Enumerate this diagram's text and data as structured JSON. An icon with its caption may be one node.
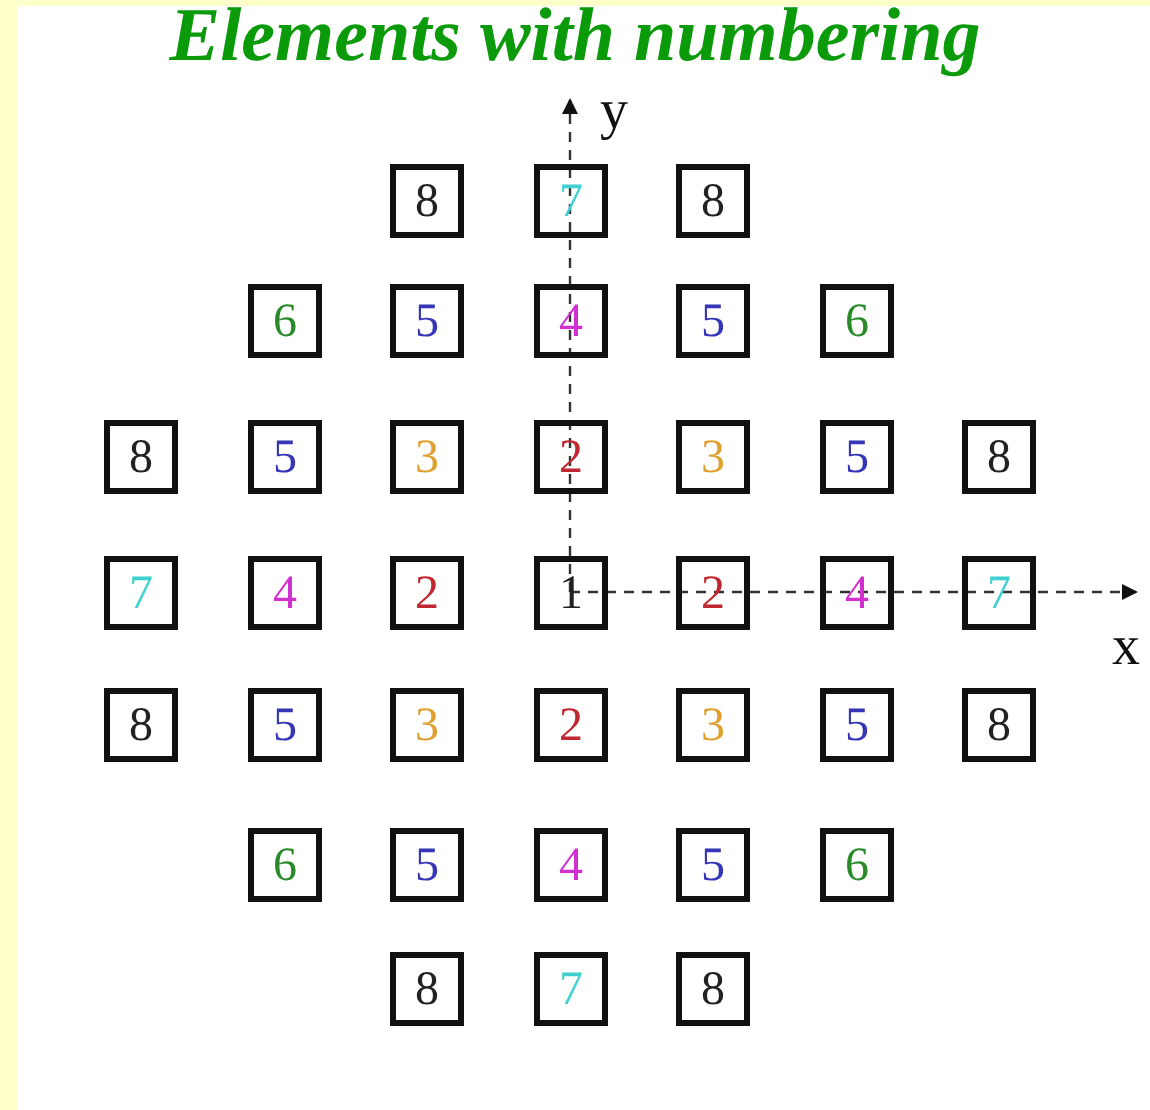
{
  "diagram": {
    "title": "Elements with numbering",
    "nodes": [
      {
        "text": [
          "8"
        ]
      },
      {
        "text": [
          "7"
        ]
      },
      {
        "text": [
          "8"
        ]
      },
      {
        "text": [
          "6"
        ]
      },
      {
        "text": [
          "5"
        ]
      },
      {
        "text": [
          "4"
        ]
      },
      {
        "text": [
          "5"
        ]
      },
      {
        "text": [
          "6"
        ]
      },
      {
        "text": [
          "8"
        ]
      },
      {
        "text": [
          "5"
        ]
      },
      {
        "text": [
          "3"
        ]
      },
      {
        "text": [
          "2"
        ]
      },
      {
        "text": [
          "3"
        ]
      },
      {
        "text": [
          "5"
        ]
      },
      {
        "text": [
          "8"
        ]
      },
      {
        "text": [
          "7"
        ]
      },
      {
        "text": [
          "4"
        ]
      },
      {
        "text": [
          "2"
        ]
      },
      {
        "text": [
          "1"
        ]
      },
      {
        "text": [
          "2"
        ]
      },
      {
        "text": [
          "4"
        ]
      },
      {
        "text": [
          "7"
        ]
      },
      {
        "text": [
          "8"
        ]
      },
      {
        "text": [
          "5"
        ]
      },
      {
        "text": [
          "3"
        ]
      },
      {
        "text": [
          "2"
        ]
      },
      {
        "text": [
          "3"
        ]
      },
      {
        "text": [
          "5"
        ]
      },
      {
        "text": [
          "8"
        ]
      },
      {
        "text": [
          "6"
        ]
      },
      {
        "text": [
          "5"
        ]
      },
      {
        "text": [
          "4"
        ]
      },
      {
        "text": [
          "5"
        ]
      },
      {
        "text": [
          "6"
        ]
      },
      {
        "text": [
          "8"
        ]
      },
      {
        "text": [
          "7"
        ]
      },
      {
        "text": [
          "8"
        ]
      }
    ],
    "labels": [
      "y",
      "x"
    ]
  }
}
